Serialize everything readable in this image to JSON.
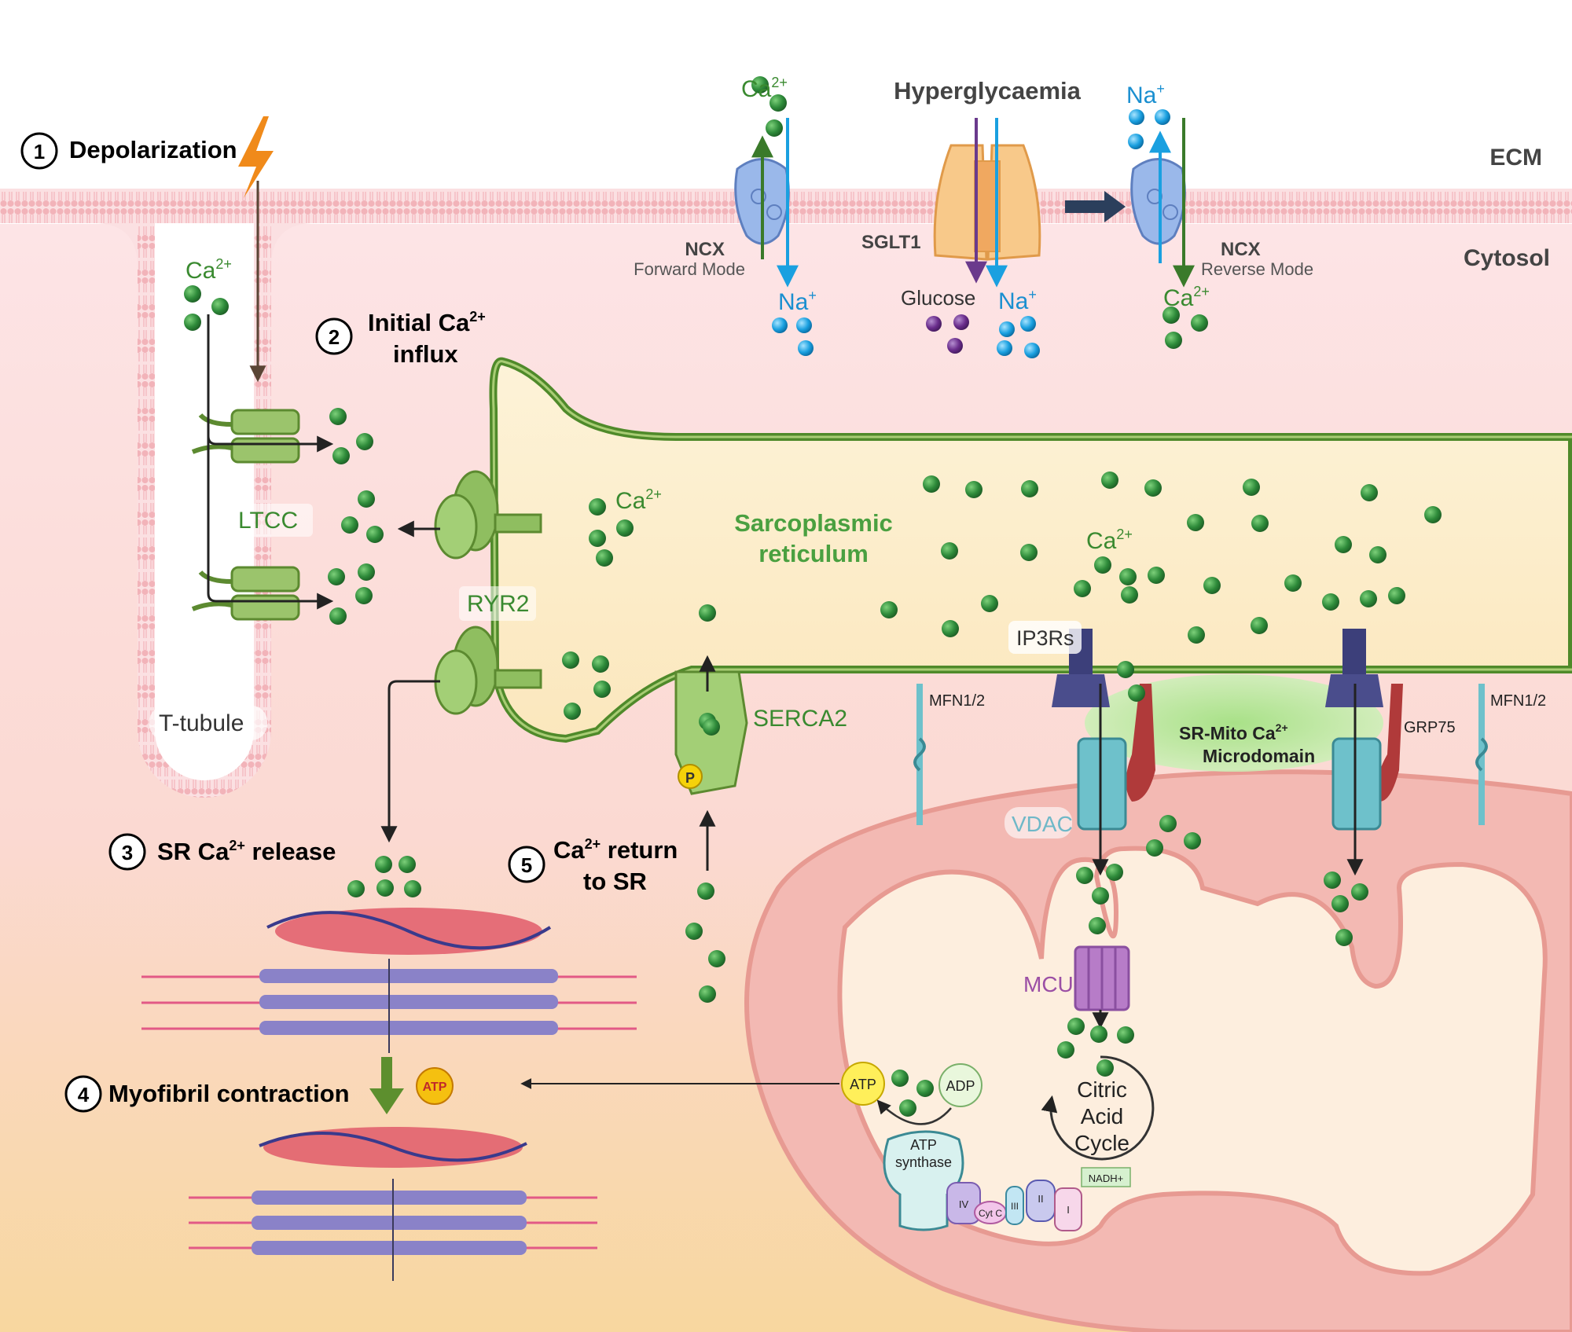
{
  "regions": {
    "ecm": "ECM",
    "cytosol": "Cytosol"
  },
  "steps": [
    {
      "num": "1",
      "text": "Depolarization"
    },
    {
      "num": "2",
      "line1": "Initial Ca",
      "sup": "2+",
      "line2": "influx"
    },
    {
      "num": "3",
      "text": "SR Ca",
      "sup": "2+",
      "text2": " release"
    },
    {
      "num": "4",
      "text": "Myofibril contraction"
    },
    {
      "num": "5",
      "line1": "Ca",
      "sup": "2+",
      "line1b": " return",
      "line2": "to SR"
    }
  ],
  "labels": {
    "hyperglycaemia": "Hyperglycaemia",
    "ncx": "NCX",
    "forward_mode": "Forward Mode",
    "reverse_mode": "Reverse Mode",
    "sglt1": "SGLT1",
    "glucose": "Glucose",
    "ca": "Ca",
    "ca_sup": "2+",
    "na": "Na",
    "na_sup": "+",
    "ltcc": "LTCC",
    "ryr2": "RYR2",
    "t_tubule": "T-tubule",
    "sr_line1": "Sarcoplasmic",
    "sr_line2": "reticulum",
    "serca2": "SERCA2",
    "p": "P",
    "ip3rs": "IP3Rs",
    "mfn": "MFN1/2",
    "grp75": "GRP75",
    "vdac": "VDAC",
    "microdomain_line1": "SR-Mito Ca",
    "microdomain_sup": "2+",
    "microdomain_line2": "Microdomain",
    "mcu": "MCU",
    "citric_1": "Citric",
    "citric_2": "Acid",
    "citric_3": "Cycle",
    "nadh": "NADH+",
    "atp": "ATP",
    "adp": "ADP",
    "atp_synthase_1": "ATP",
    "atp_synthase_2": "synthase",
    "complex_iv": "IV",
    "cyt_c": "Cyt C",
    "complex_iii": "III",
    "complex_ii": "II",
    "complex_i": "I"
  },
  "colors": {
    "ca_ion": "#2e8b3a",
    "na_ion": "#1aa0e0",
    "glucose": "#6a2d8c",
    "membrane": "#f0b3b8",
    "sr_wall": "#4f8a2a",
    "mito_outer": "#f3b9b3",
    "mito_inner": "#fdeede",
    "text_green": "#4aa040",
    "text_purple": "#9b4fa5",
    "text_blue": "#2f86c8",
    "lightning": "#f08a1a"
  },
  "icons": [
    "lightning-icon",
    "ca-ion-icon",
    "na-ion-icon",
    "glucose-icon",
    "arrow-icon"
  ]
}
